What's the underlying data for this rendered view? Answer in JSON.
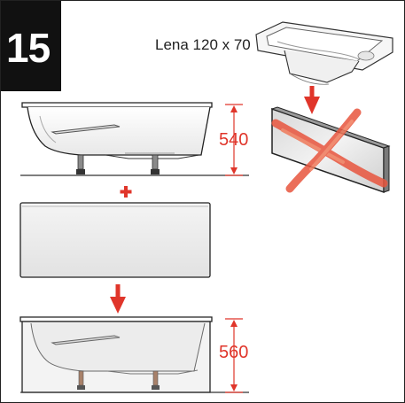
{
  "step_number": "15",
  "model_label": "Lena 120 x 70",
  "dimensions": {
    "without_panel": "540",
    "with_panel": "560"
  },
  "symbols": {
    "plus": "+",
    "arrow_icon": "down-arrow-icon",
    "cross_icon": "cross-out-icon"
  },
  "colors": {
    "accent_red": "#e0352a",
    "badge_black": "#111111",
    "line_gray": "#555555"
  }
}
